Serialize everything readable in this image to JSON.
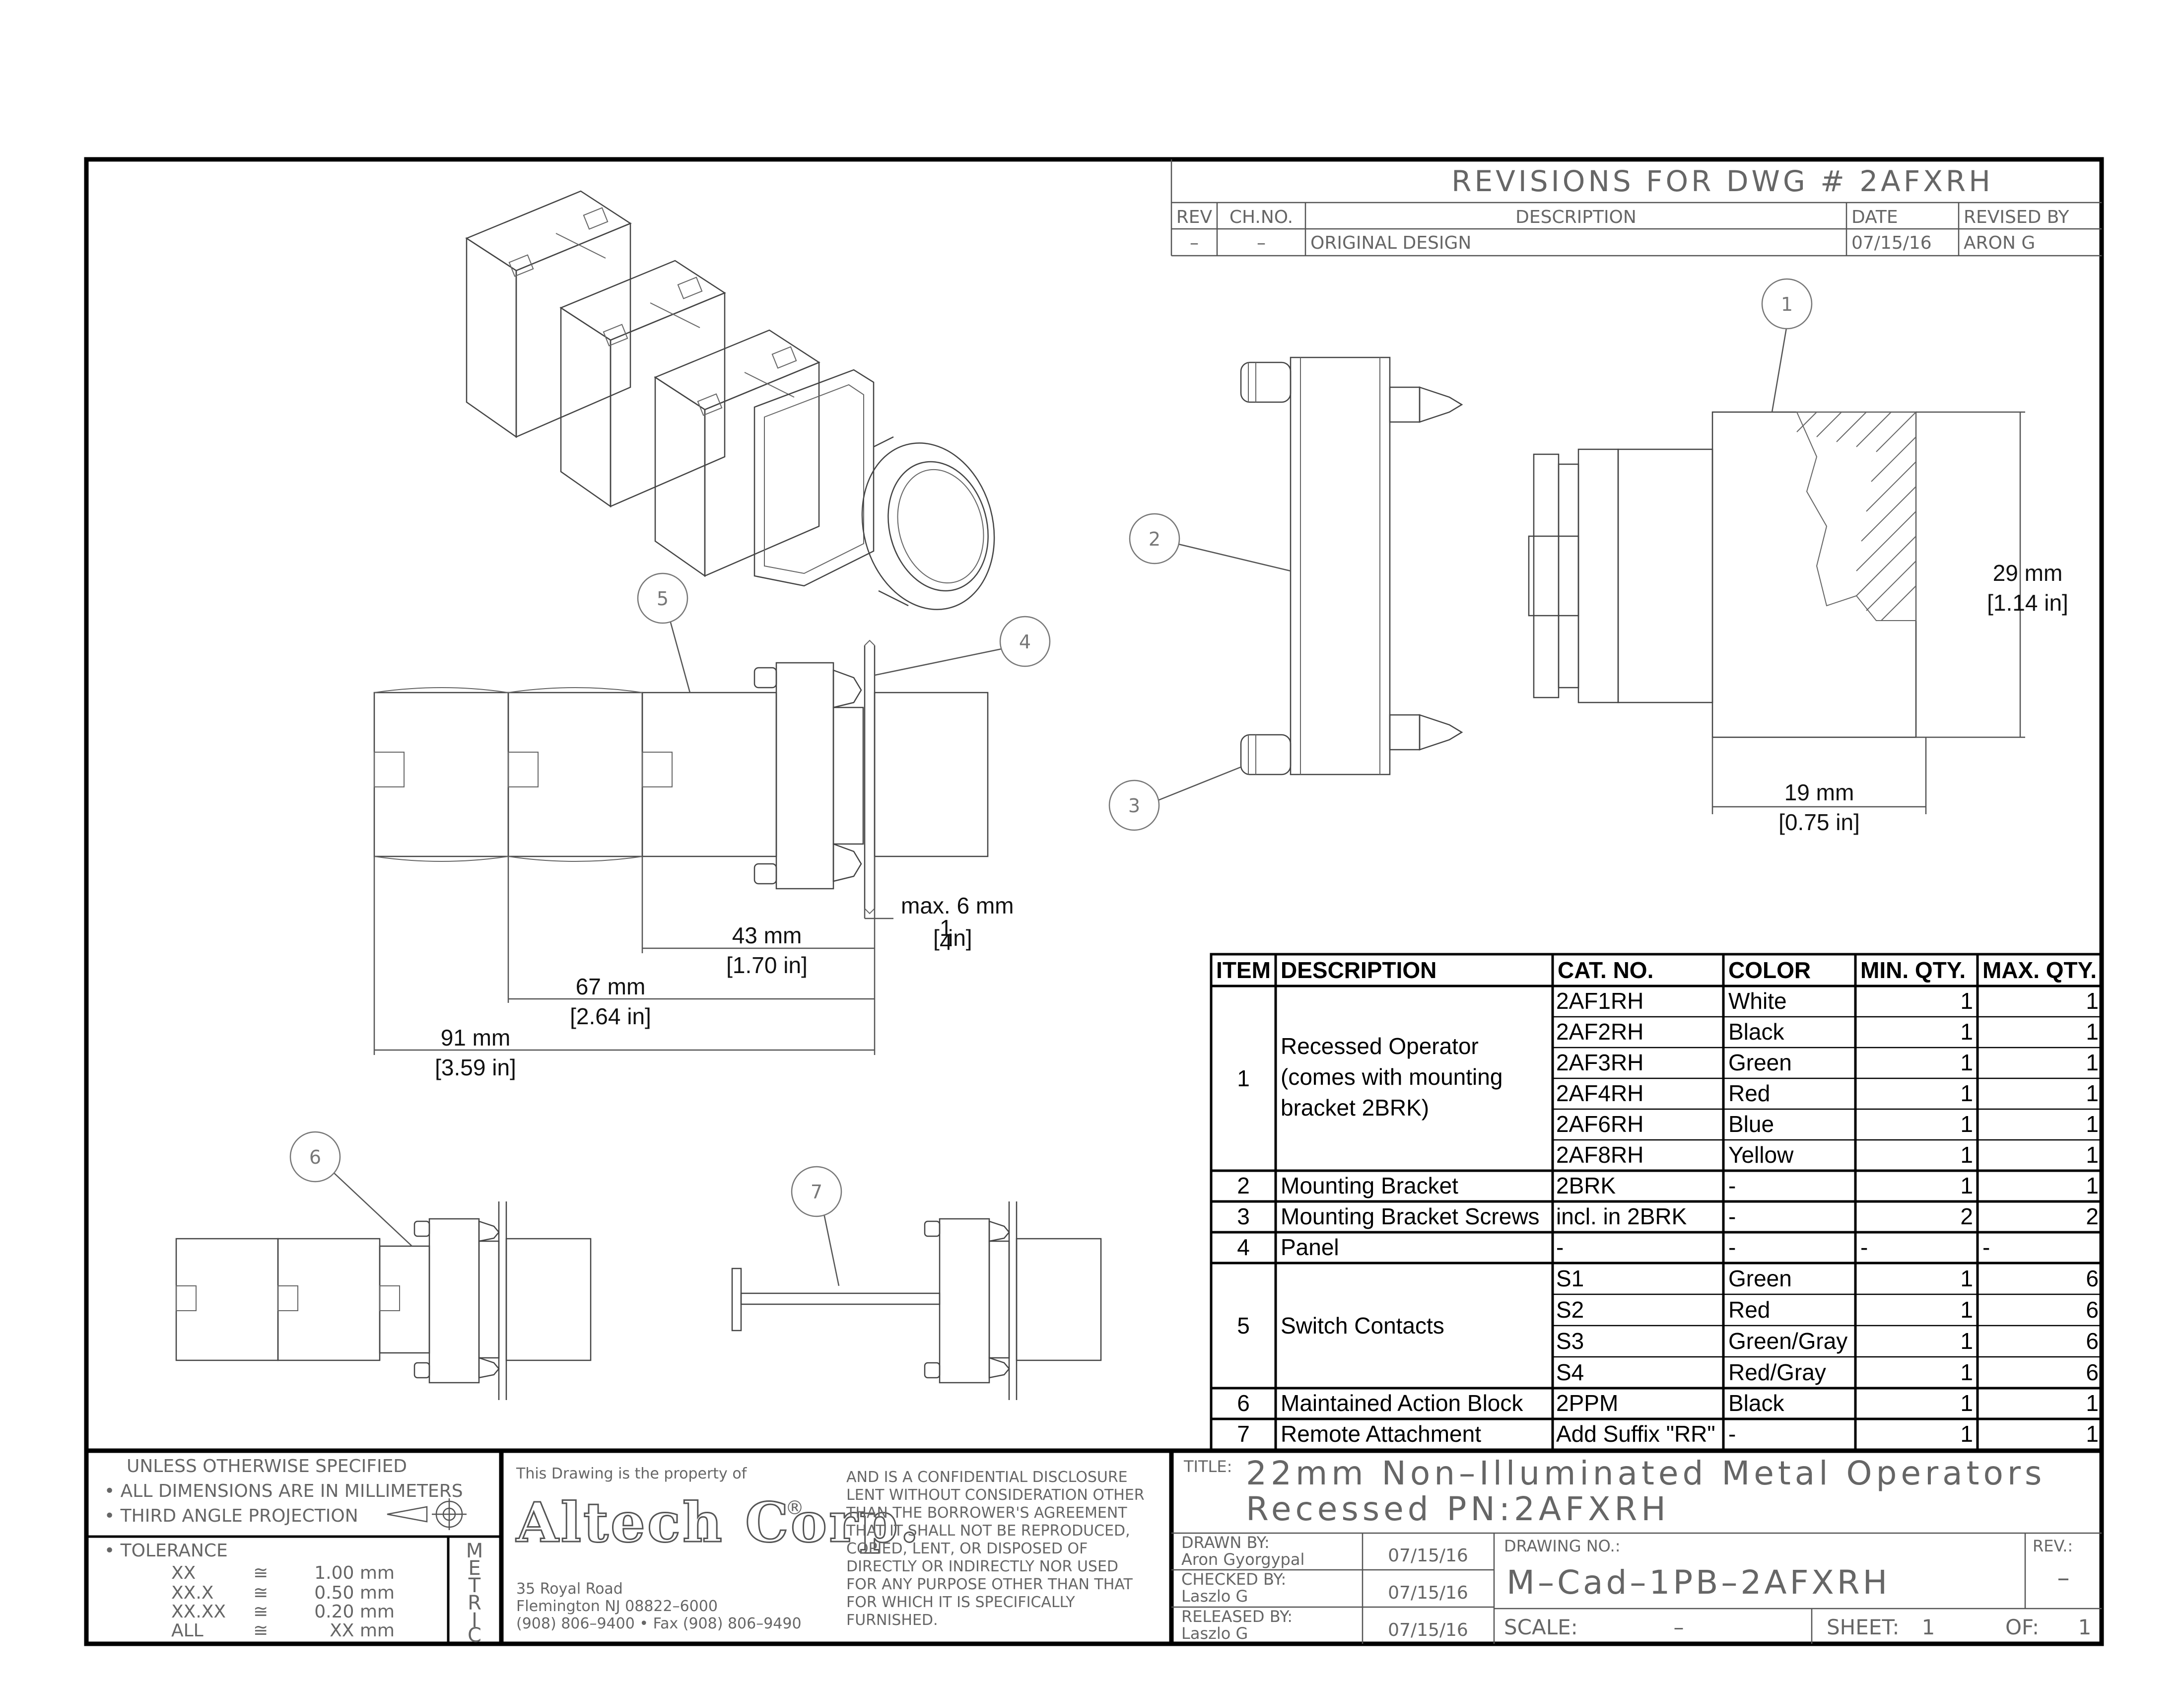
{
  "revisions": {
    "title": "REVISIONS FOR DWG # 2AFXRH",
    "headers": {
      "rev": "REV",
      "ch_no": "CH.NO.",
      "description": "DESCRIPTION",
      "date": "DATE",
      "revised_by": "REVISED BY"
    },
    "row": {
      "rev": "–",
      "ch_no": "–",
      "description": "ORIGINAL DESIGN",
      "date": "07/15/16",
      "revised_by": "ARON G"
    }
  },
  "callouts": [
    "1",
    "2",
    "3",
    "4",
    "5",
    "6",
    "7"
  ],
  "dimensions": {
    "d29": {
      "mm": "29 mm",
      "in": "[1.14 in]"
    },
    "d19": {
      "mm": "19 mm",
      "in": "[0.75 in]"
    },
    "max6": {
      "mm": "max. 6 mm",
      "in_open": "[",
      "in_num": "1",
      "in_den": "4",
      "in_close": " in]"
    },
    "d43": {
      "mm": "43 mm",
      "in": "[1.70 in]"
    },
    "d67": {
      "mm": "67 mm",
      "in": "[2.64 in]"
    },
    "d91": {
      "mm": "91 mm",
      "in": "[3.59 in]"
    }
  },
  "parts_table": {
    "headers": {
      "item": "ITEM",
      "description": "DESCRIPTION",
      "cat_no": "CAT. NO.",
      "color": "COLOR",
      "min_qty": "MIN. QTY.",
      "max_qty": "MAX. QTY."
    },
    "group1": {
      "item": "1",
      "desc_lines": [
        "Recessed Operator",
        "(comes with mounting",
        "bracket 2BRK)"
      ],
      "rows": [
        {
          "cat": "2AF1RH",
          "color": "White",
          "min": "1",
          "max": "1"
        },
        {
          "cat": "2AF2RH",
          "color": "Black",
          "min": "1",
          "max": "1"
        },
        {
          "cat": "2AF3RH",
          "color": "Green",
          "min": "1",
          "max": "1"
        },
        {
          "cat": "2AF4RH",
          "color": "Red",
          "min": "1",
          "max": "1"
        },
        {
          "cat": "2AF6RH",
          "color": "Blue",
          "min": "1",
          "max": "1"
        },
        {
          "cat": "2AF8RH",
          "color": "Yellow",
          "min": "1",
          "max": "1"
        }
      ]
    },
    "item2": {
      "item": "2",
      "desc": "Mounting Bracket",
      "cat": "2BRK",
      "color": "-",
      "min": "1",
      "max": "1"
    },
    "item3": {
      "item": "3",
      "desc": "Mounting Bracket Screws",
      "cat": "incl. in 2BRK",
      "color": "-",
      "min": "2",
      "max": "2"
    },
    "item4": {
      "item": "4",
      "desc": "Panel",
      "cat": "-",
      "color": "-",
      "min": "-",
      "max": "-"
    },
    "group5": {
      "item": "5",
      "desc": "Switch Contacts",
      "rows": [
        {
          "cat": "S1",
          "color": "Green",
          "min": "1",
          "max": "6"
        },
        {
          "cat": "S2",
          "color": "Red",
          "min": "1",
          "max": "6"
        },
        {
          "cat": "S3",
          "color": "Green/Gray",
          "min": "1",
          "max": "6"
        },
        {
          "cat": "S4",
          "color": "Red/Gray",
          "min": "1",
          "max": "6"
        }
      ]
    },
    "item6": {
      "item": "6",
      "desc": "Maintained Action Block",
      "cat": "2PPM",
      "color": "Black",
      "min": "1",
      "max": "1"
    },
    "item7": {
      "item": "7",
      "desc": "Remote Attachment",
      "cat": "Add Suffix \"RR\"",
      "color": "-",
      "min": "1",
      "max": "1"
    }
  },
  "notes": {
    "unless": "UNLESS OTHERWISE SPECIFIED",
    "all_dims": "• ALL DIMENSIONS ARE IN MILLIMETERS",
    "third_angle": "• THIRD ANGLE PROJECTION",
    "tolerance": "• TOLERANCE",
    "tol_rows": [
      {
        "k": "XX",
        "sym": "≅",
        "v": "1.00 mm"
      },
      {
        "k": "XX.X",
        "sym": "≅",
        "v": "0.50 mm"
      },
      {
        "k": "XX.XX",
        "sym": "≅",
        "v": "0.20 mm"
      },
      {
        "k": "ALL",
        "sym": "≅",
        "v": "XX mm"
      }
    ],
    "metric": [
      "M",
      "E",
      "T",
      "R",
      "I",
      "C"
    ]
  },
  "owner": {
    "property_of": "This Drawing is the property of",
    "logo_text": "Altech Corp.",
    "registered": "®",
    "address_lines": [
      "35 Royal Road",
      "Flemington NJ 08822–6000",
      "(908) 806–9400 • Fax (908) 806–9490"
    ],
    "disclosure_lines": [
      "AND IS A CONFIDENTIAL DISCLOSURE",
      "LENT WITHOUT CONSIDERATION OTHER",
      "THAN THE BORROWER'S AGREEMENT",
      "THAT IT SHALL NOT BE REPRODUCED,",
      "COPIED, LENT, OR DISPOSED OF",
      "DIRECTLY OR INDIRECTLY NOR USED",
      "FOR ANY PURPOSE OTHER THAN THAT",
      "FOR WHICH IT IS SPECIFICALLY",
      "FURNISHED."
    ]
  },
  "title_block": {
    "title_label": "TITLE:",
    "title_line1": "22mm Non–Illuminated Metal Operators",
    "title_line2": "Recessed PN:2AFXRH",
    "drawn_by_label": "DRAWN BY:",
    "drawn_by": "Aron Gyorgypal",
    "drawn_date": "07/15/16",
    "checked_by_label": "CHECKED BY:",
    "checked_by": "Laszlo G",
    "checked_date": "07/15/16",
    "released_by_label": "RELEASED BY:",
    "released_by": "Laszlo G",
    "released_date": "07/15/16",
    "drawing_no_label": "DRAWING NO.:",
    "drawing_no": "M–Cad–1PB–2AFXRH",
    "rev_label": "REV.:",
    "rev": "–",
    "scale_label": "SCALE:",
    "scale": "–",
    "sheet_label": "SHEET:",
    "sheet": "1",
    "of_label": "OF:",
    "of": "1"
  }
}
